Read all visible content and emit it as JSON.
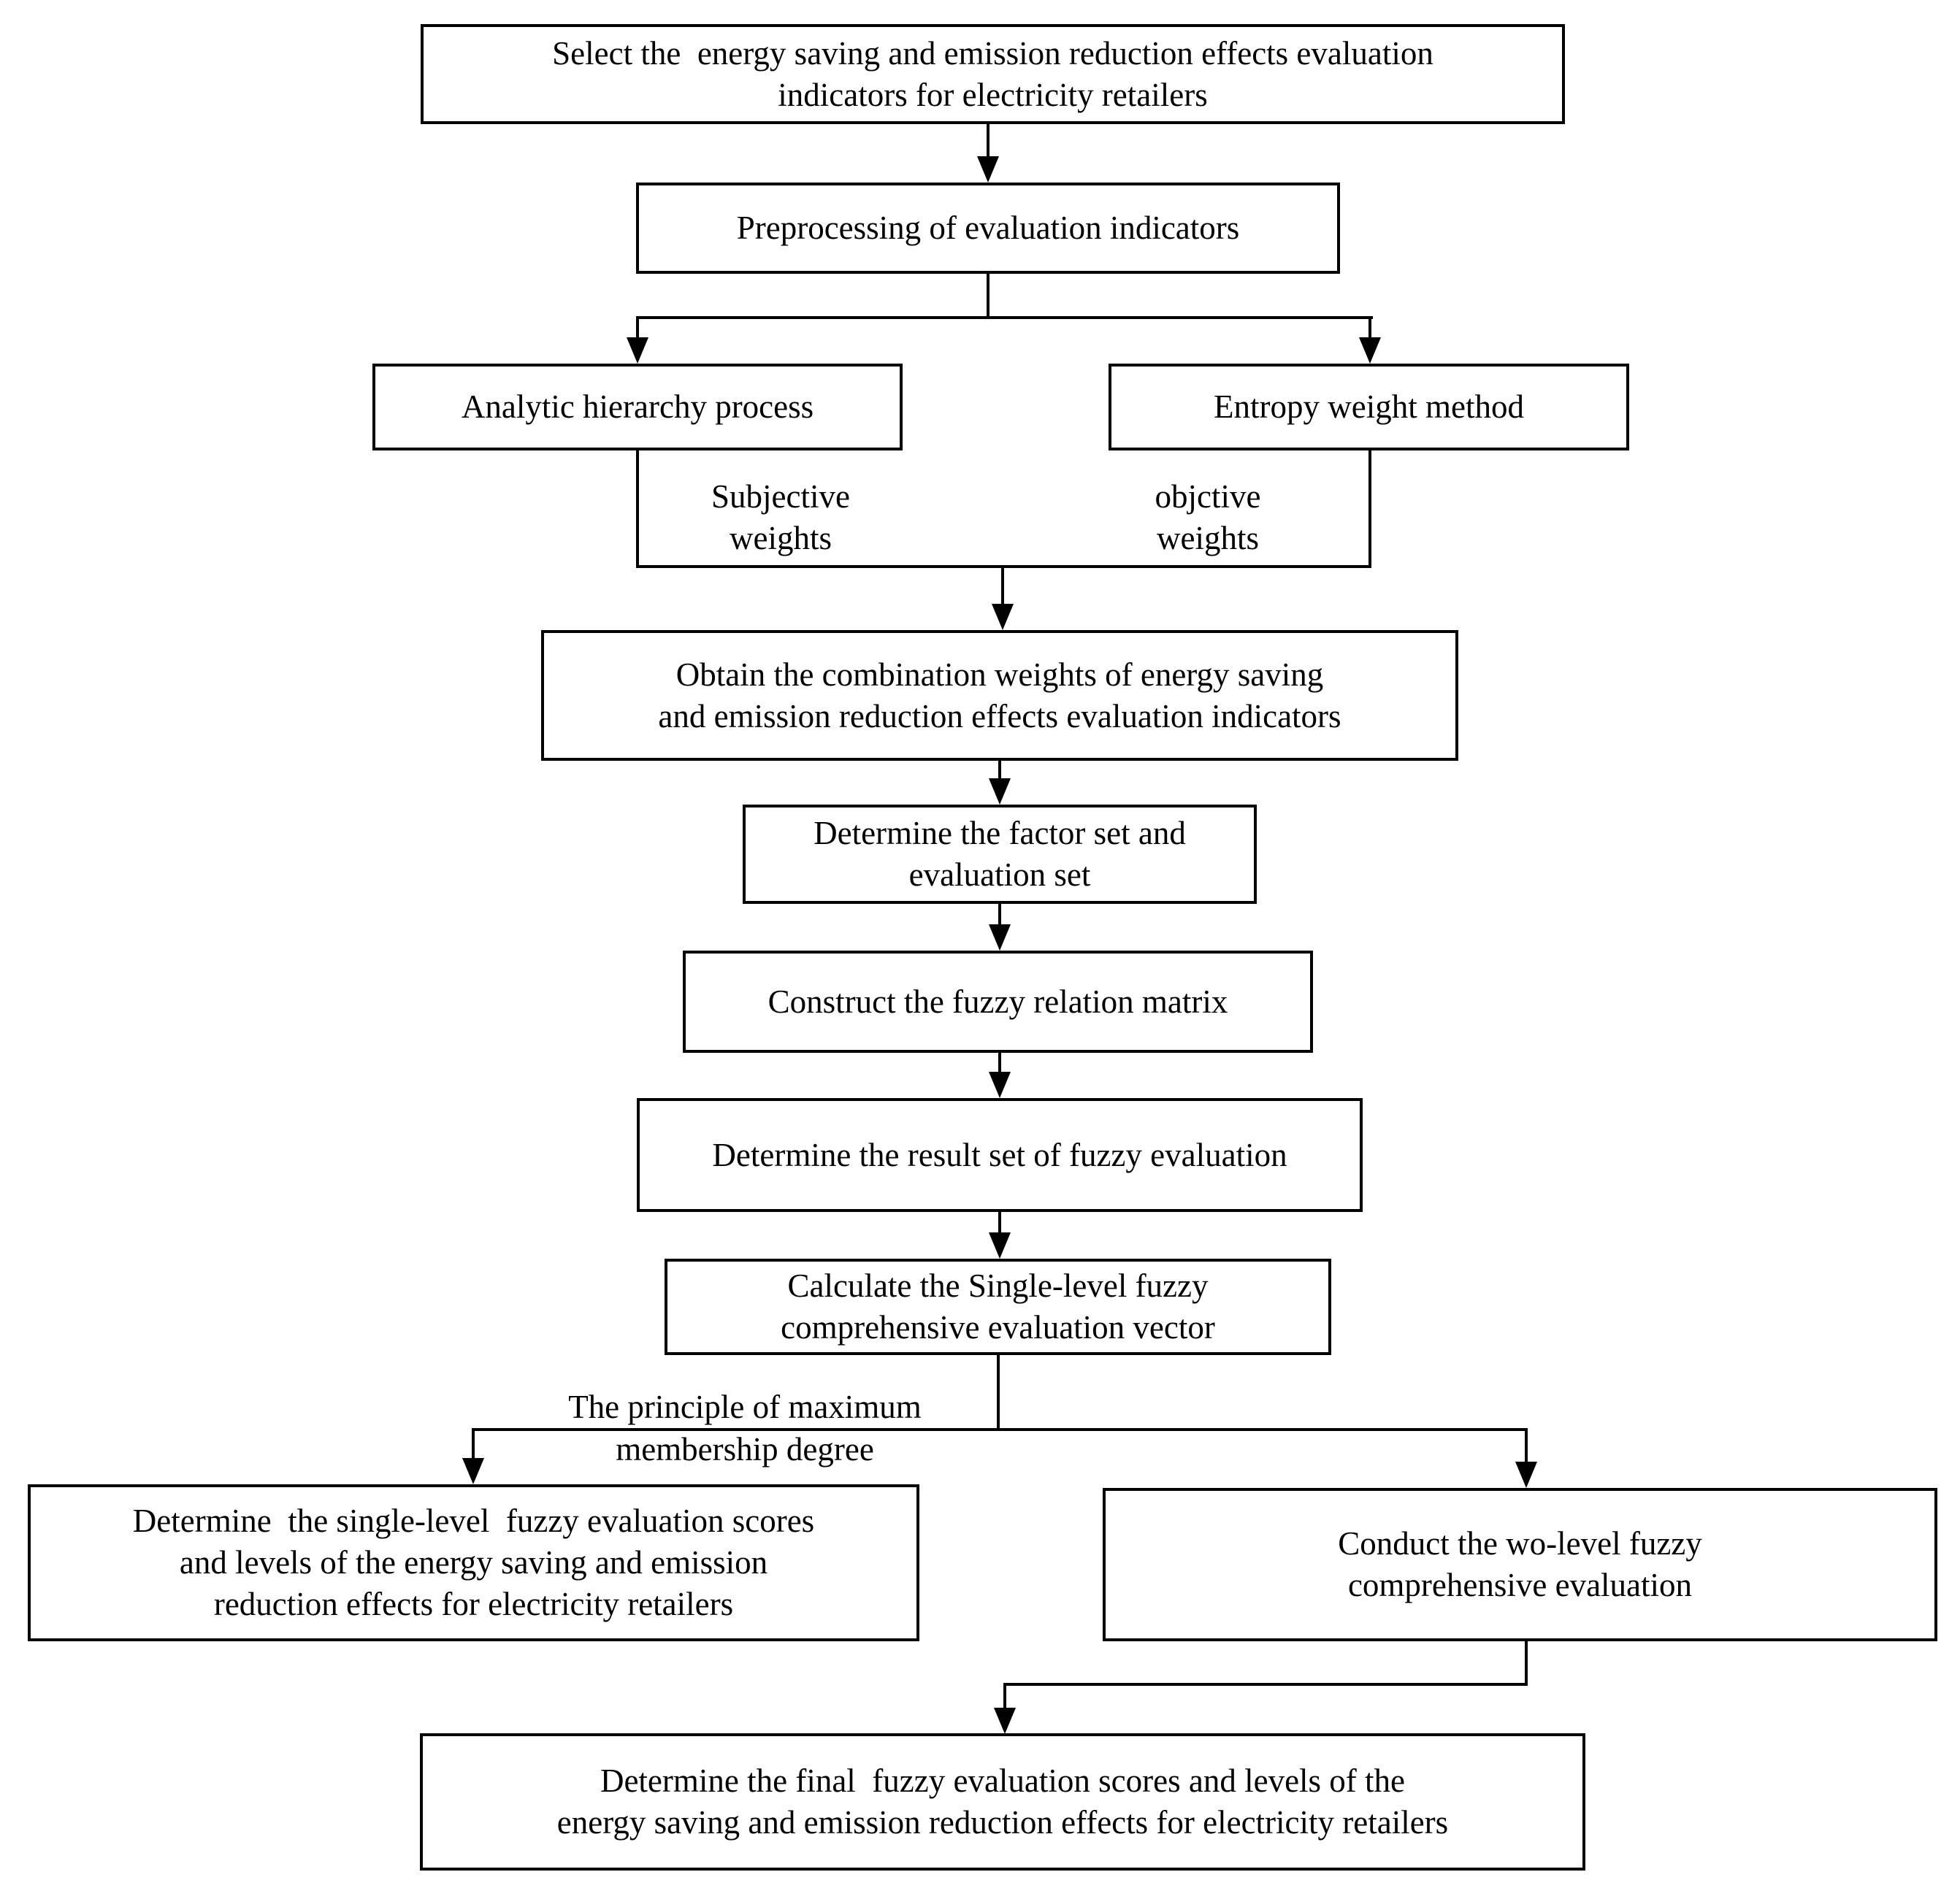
{
  "figure": {
    "background": "#ffffff",
    "line_color": "#000000"
  },
  "nodes": {
    "select_indicators": "Select the  energy saving and emission reduction effects evaluation\nindicators for electricity retailers",
    "preprocessing": "Preprocessing of evaluation indicators",
    "ahp": "Analytic hierarchy process",
    "entropy_weight": "Entropy weight method",
    "combination_weights": "Obtain the combination weights of energy saving\nand emission reduction effects evaluation indicators",
    "factor_set": "Determine the factor set and\nevaluation set",
    "fuzzy_relation_matrix": "Construct the fuzzy relation matrix",
    "fuzzy_result_set": "Determine the result set of fuzzy evaluation",
    "single_level_vector": "Calculate the Single-level fuzzy\ncomprehensive evaluation vector",
    "single_level_scores": "Determine  the single-level  fuzzy evaluation scores\nand levels of the energy saving and emission\nreduction effects for electricity retailers",
    "two_level_evaluation": "Conduct the wo-level fuzzy\ncomprehensive evaluation",
    "final_scores": "Determine the final  fuzzy evaluation scores and levels of the\nenergy saving and emission reduction effects for electricity retailers"
  },
  "labels": {
    "subjective_weights": "Subjective\nweights",
    "objective_weights": "objctive\nweights",
    "max_membership_principle": "The principle of maximum\nmembership degree"
  }
}
